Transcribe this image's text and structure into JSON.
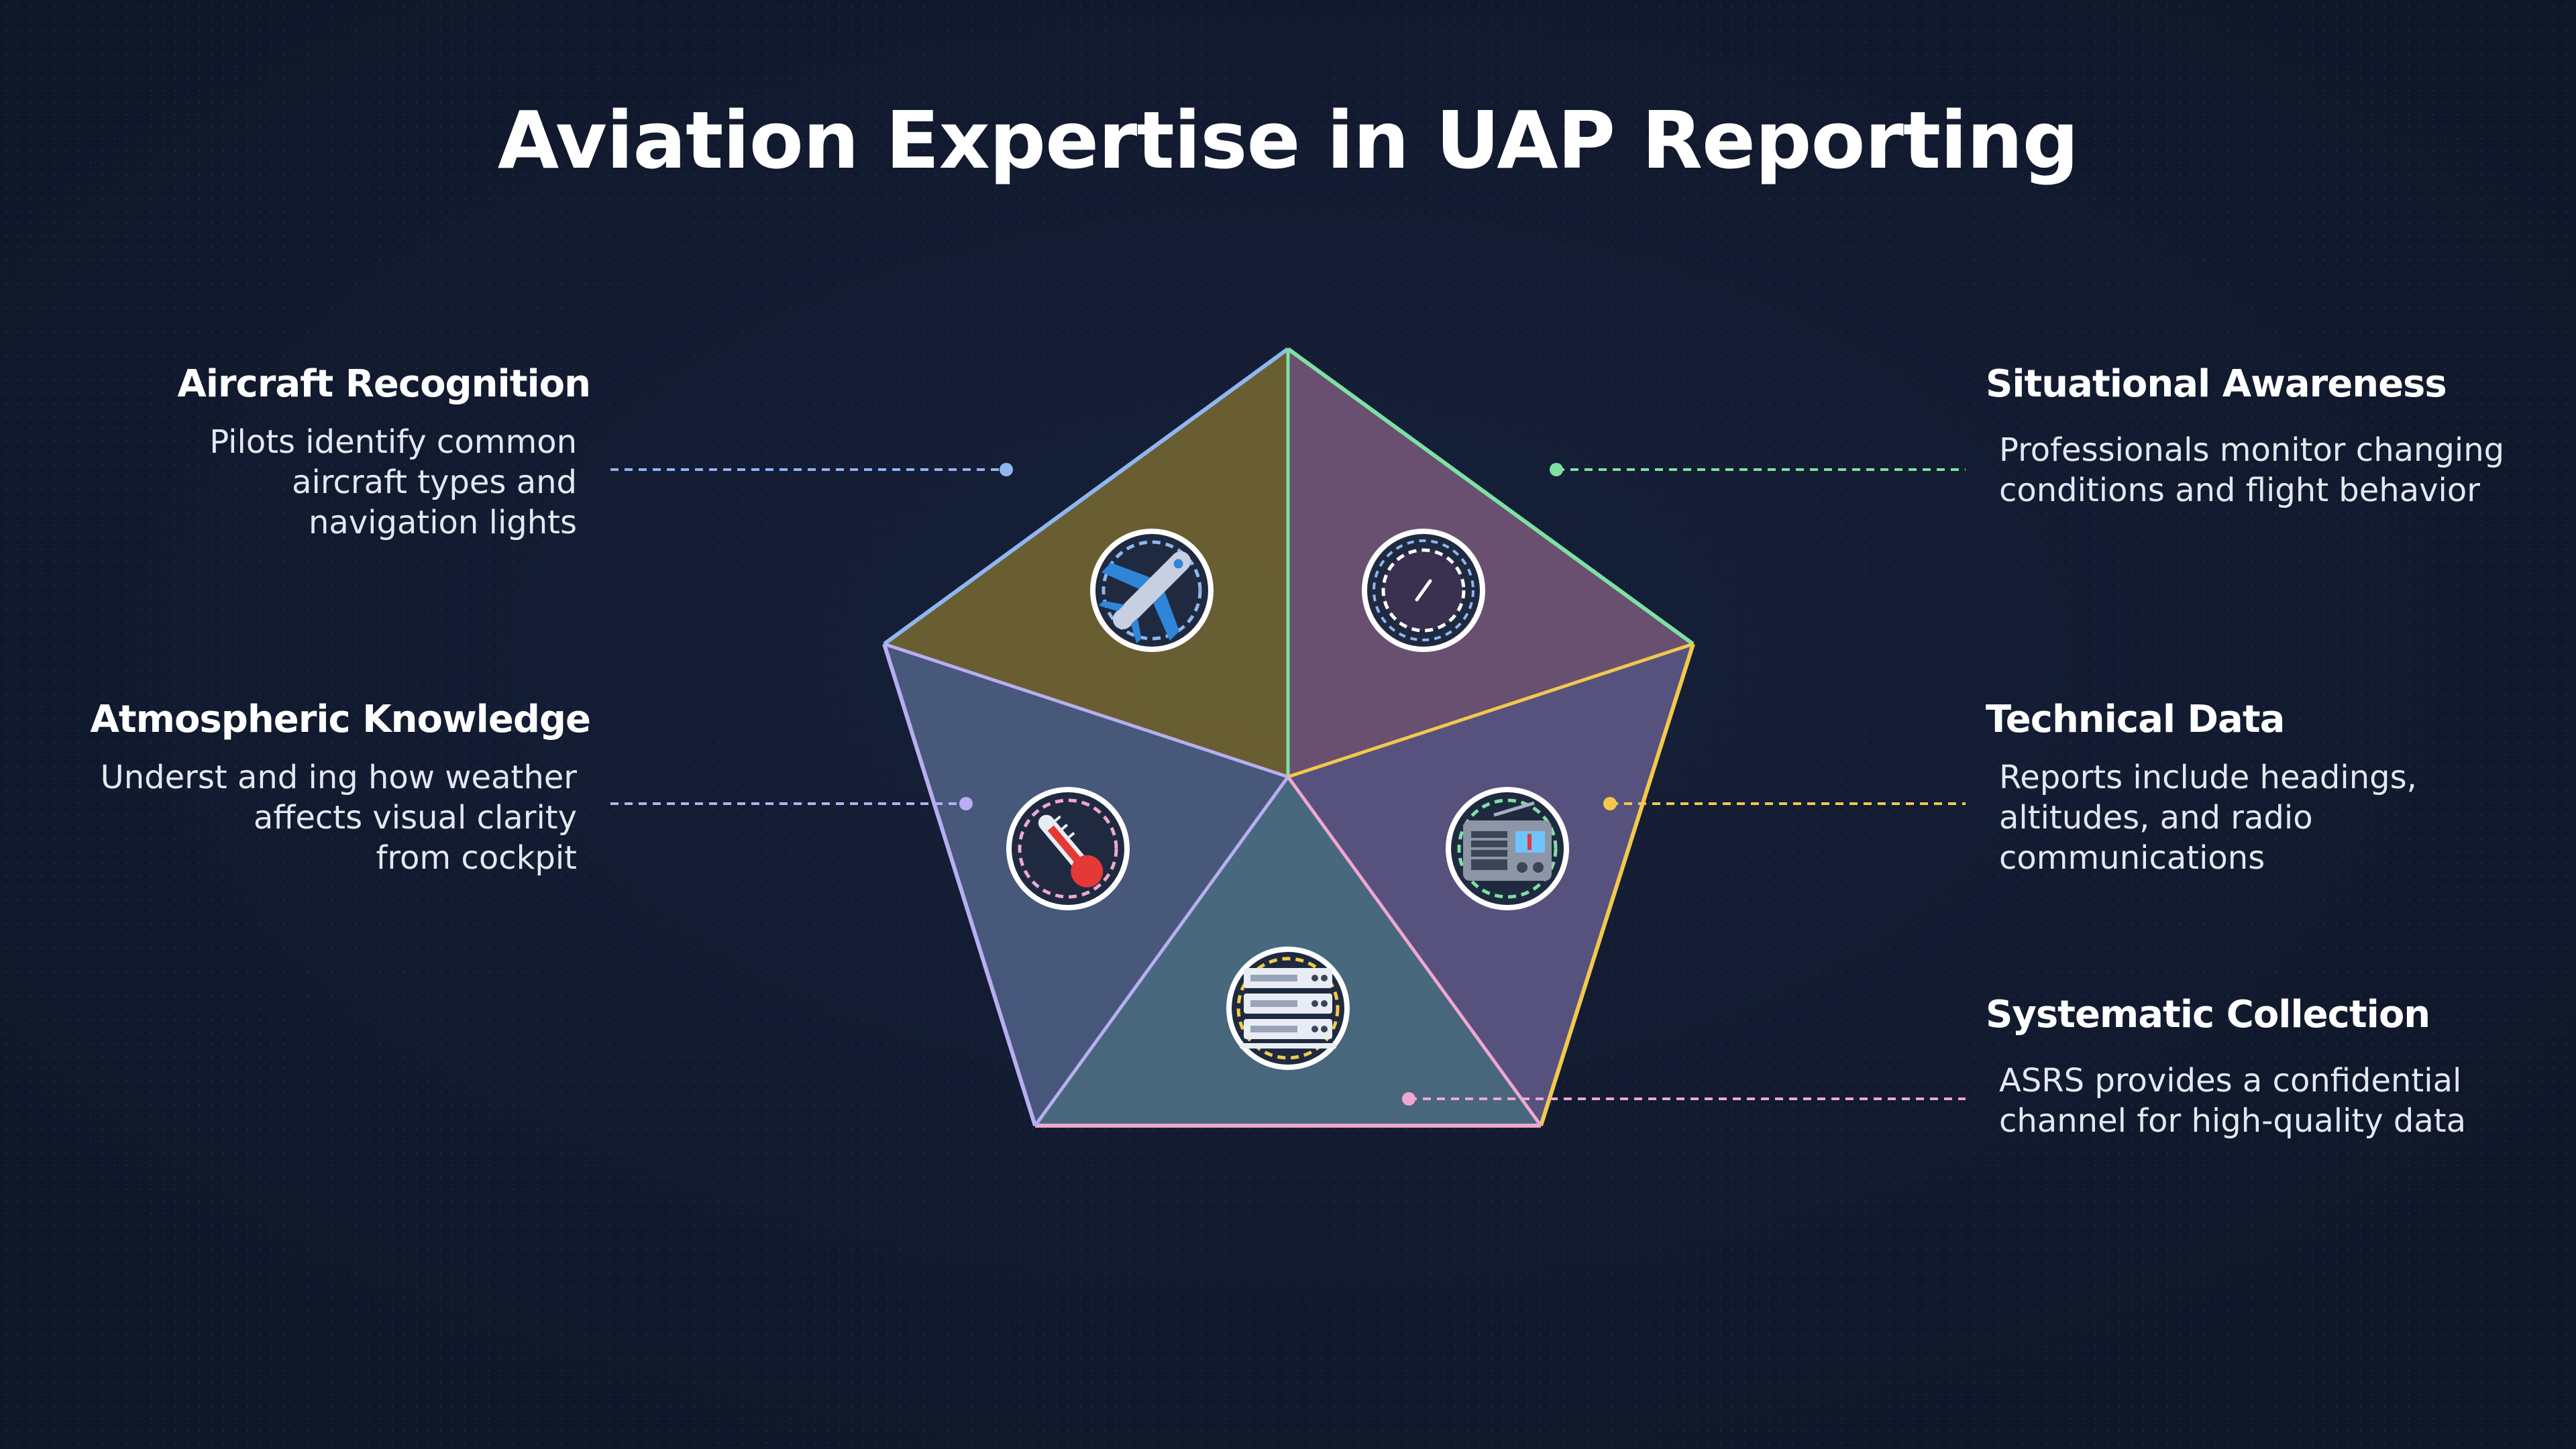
{
  "title": "Aviation Expertise in UAP Reporting",
  "colors": {
    "background": "#111a2e",
    "blue": "#8fb6f0",
    "green": "#7fe0a4",
    "lavender": "#b9aef2",
    "yellow": "#f2c94c",
    "pink": "#f0a7cf"
  },
  "sections": [
    {
      "key": "aircraft",
      "title": "Aircraft Recognition",
      "lines": [
        "Pilots identify common",
        "aircraft types and",
        "navigation lights"
      ],
      "icon": "airplane-icon"
    },
    {
      "key": "situational",
      "title": "Situational Awareness",
      "lines": [
        "Professionals monitor changing",
        "conditions and flight behavior"
      ],
      "icon": "compass-icon"
    },
    {
      "key": "atmospheric",
      "title": "Atmospheric Knowledge",
      "lines": [
        "Underst and ing how weather",
        "affects visual clarity",
        "from cockpit"
      ],
      "icon": "thermometer-icon"
    },
    {
      "key": "technical",
      "title": "Technical Data",
      "lines": [
        "Reports include headings,",
        "altitudes, and radio",
        "communications"
      ],
      "icon": "radio-icon"
    },
    {
      "key": "systematic",
      "title": "Systematic Collection",
      "lines": [
        "ASRS provides a confidential",
        "channel for high-quality data"
      ],
      "icon": "server-icon"
    }
  ]
}
